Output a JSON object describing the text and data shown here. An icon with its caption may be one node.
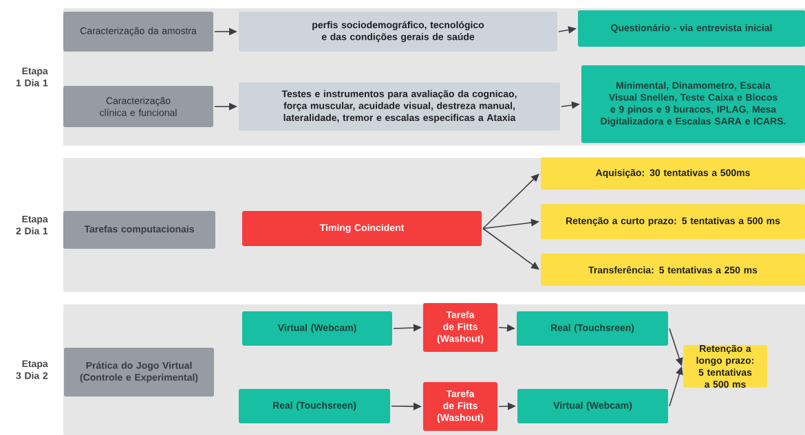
{
  "diagram": {
    "nodes": [
      {
        "text": [
          "Etapa 1 Dia 1"
        ]
      },
      {
        "text": [
          "Caracterização da amostra"
        ],
        "in": 0
      },
      {
        "text": [
          "perfis sociodemográfico, tecnológico e das condições gerais de saúde"
        ],
        "in": 0
      },
      {
        "text": [
          "**Questionário** - via entrevista inicial"
        ],
        "in": 0
      },
      {
        "text": [
          "Caracterização clínica e funcional"
        ],
        "in": 0
      },
      {
        "text": [
          "Testes e instrumentos para avaliação da cognicao, força muscular, acuidade visual, destreza manual, lateralidade, tremor e escalas especificas a Ataxia"
        ],
        "in": 0
      },
      {
        "text": [
          "Minimental, Dinamometro, Escala Visual Snellen, Teste Caixa e Blocos e 9 pinos e 9 buracos, IPLAG, Mesa Digitalizadora e Escalas SARA e ICARS."
        ],
        "in": 0
      },
      {
        "text": [
          "Etapa 2 Dia 1"
        ]
      },
      {
        "text": [
          "Tarefas computacionais"
        ],
        "in": 7
      },
      {
        "text": [
          "Timing Coincident"
        ],
        "in": 7
      },
      {
        "text": [
          "Aquisição: 30 tentativas a 500ms"
        ],
        "in": 7
      },
      {
        "text": [
          "Retenção a curto prazo: 5 tentativas a 500 ms"
        ],
        "in": 7
      },
      {
        "text": [
          "Transferência: 5 tentativas a 250 ms"
        ],
        "in": 7
      },
      {
        "text": [
          "Etapa 3 Dia 2"
        ]
      },
      {
        "text": [
          "**Prática** do Jogo Virtual (Controle e Experimental)"
        ],
        "in": 13
      },
      {
        "text": [
          "Virtual (Webcam)"
        ],
        "in": 13
      },
      {
        "text": [
          "Tarefa de Fitts (Washout)"
        ],
        "in": 13
      },
      {
        "text": [
          "Real (Touchsreen)"
        ],
        "in": 13
      },
      {
        "text": [
          "Real (Touchsreen)"
        ],
        "in": 13
      },
      {
        "text": [
          "Tarefa de Fitts (Washout)"
        ],
        "in": 13
      },
      {
        "text": [
          "Virtual (Webcam)"
        ],
        "in": 13
      },
      {
        "text": [
          "Retenção a longo prazo: 5 tentativas a 500 ms"
        ],
        "in": 13
      }
    ],
    "edges": [
      {
        "from": 1,
        "to": 2,
        "arrow": "to"
      },
      {
        "from": 2,
        "to": 3,
        "arrow": "to"
      },
      {
        "from": 4,
        "to": 5,
        "arrow": "to"
      },
      {
        "from": 5,
        "to": 6,
        "arrow": "to"
      },
      {
        "from": 9,
        "to": 10,
        "arrow": "to"
      },
      {
        "from": 9,
        "to": 11,
        "arrow": "to"
      },
      {
        "from": 9,
        "to": 12,
        "arrow": "to"
      },
      {
        "from": 15,
        "to": 16,
        "arrow": "to"
      },
      {
        "from": 16,
        "to": 17,
        "arrow": "to"
      },
      {
        "from": 17,
        "to": 21,
        "arrow": "to"
      },
      {
        "from": 18,
        "to": 19,
        "arrow": "to"
      },
      {
        "from": 19,
        "to": 20,
        "arrow": "to"
      },
      {
        "from": 20,
        "to": 21,
        "arrow": "to"
      }
    ]
  }
}
